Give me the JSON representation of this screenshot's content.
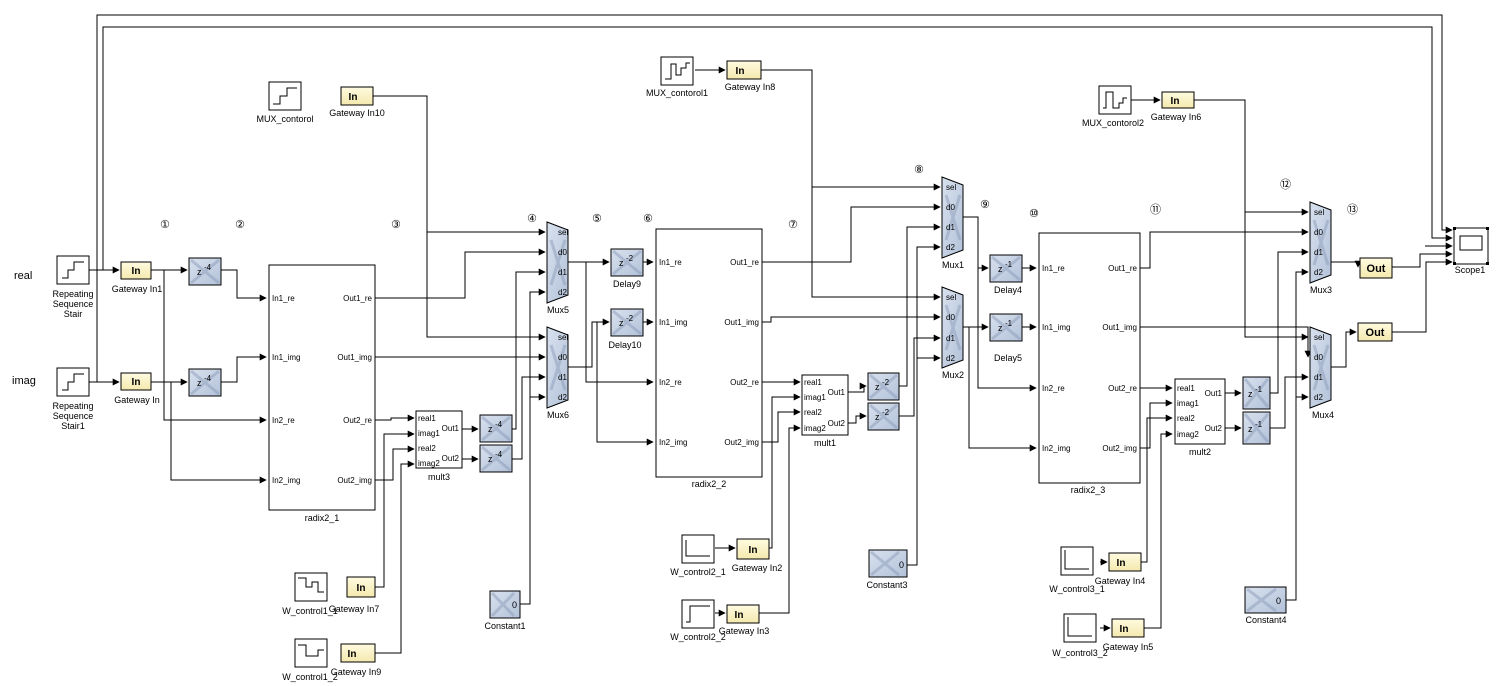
{
  "signal_labels": {
    "real": "real",
    "imag": "imag"
  },
  "step_markers": [
    "①",
    "②",
    "③",
    "④",
    "⑤",
    "⑥",
    "⑦",
    "⑧",
    "⑨",
    "⑩",
    "⑪",
    "⑫",
    "⑬"
  ],
  "sources": {
    "repeating_sequence_stair": "Repeating\nSequence\nStair",
    "repeating_sequence_stair1": "Repeating\nSequence\nStair1",
    "mux_control": "MUX_contorol",
    "mux_control1": "MUX_contorol1",
    "mux_control2": "MUX_contorol2",
    "w_control1_1": "W_control1_1",
    "w_control1_2": "W_control1_2",
    "w_control2_1": "W_control2_1",
    "w_control2_2": "W_control2_2",
    "w_control3_1": "W_control3_1",
    "w_control3_2": "W_control3_2"
  },
  "gateways": {
    "glyph": "In",
    "gateway_in1": "Gateway In1",
    "gateway_in": "Gateway In",
    "gateway_in10": "Gateway In10",
    "gateway_in8": "Gateway In8",
    "gateway_in6": "Gateway In6",
    "gateway_in7": "Gateway In7",
    "gateway_in9": "Gateway In9",
    "gateway_in2": "Gateway In2",
    "gateway_in3": "Gateway In3",
    "gateway_in4": "Gateway In4",
    "gateway_in5": "Gateway In5"
  },
  "outputs": {
    "glyph": "Out",
    "scope": "Scope1"
  },
  "delays": {
    "z4": "z",
    "z4_exp": "-4",
    "z2": "z",
    "z2_exp": "-2",
    "z1": "z",
    "z1_exp": "-1",
    "delay9": "Delay9",
    "delay10": "Delay10",
    "delay4": "Delay4",
    "delay5": "Delay5"
  },
  "radix": {
    "name1": "radix2_1",
    "name2": "radix2_2",
    "name3": "radix2_3",
    "in1_re": "In1_re",
    "in1_img": "In1_img",
    "in2_re": "In2_re",
    "in2_img": "In2_img",
    "out1_re": "Out1_re",
    "out1_img": "Out1_img",
    "out2_re": "Out2_re",
    "out2_img": "Out2_img"
  },
  "mults": {
    "name1": "mult1",
    "name2": "mult2",
    "name3": "mult3",
    "real1": "real1",
    "imag1": "imag1",
    "real2": "real2",
    "imag2": "imag2",
    "out1": "Out1",
    "out2": "Out2"
  },
  "muxes": {
    "mux1": "Mux1",
    "mux2": "Mux2",
    "mux3": "Mux3",
    "mux4": "Mux4",
    "mux5": "Mux5",
    "mux6": "Mux6",
    "sel": "sel",
    "d0": "d0",
    "d1": "d1",
    "d2": "d2"
  },
  "constants": {
    "value": "0",
    "constant1": "Constant1",
    "constant3": "Constant3",
    "constant4": "Constant4"
  },
  "colors": {
    "gateway_fill": "#fbf3c3",
    "xilinx_fill": "#c3d0e2",
    "xilinx_x": "#7e8fb0"
  }
}
